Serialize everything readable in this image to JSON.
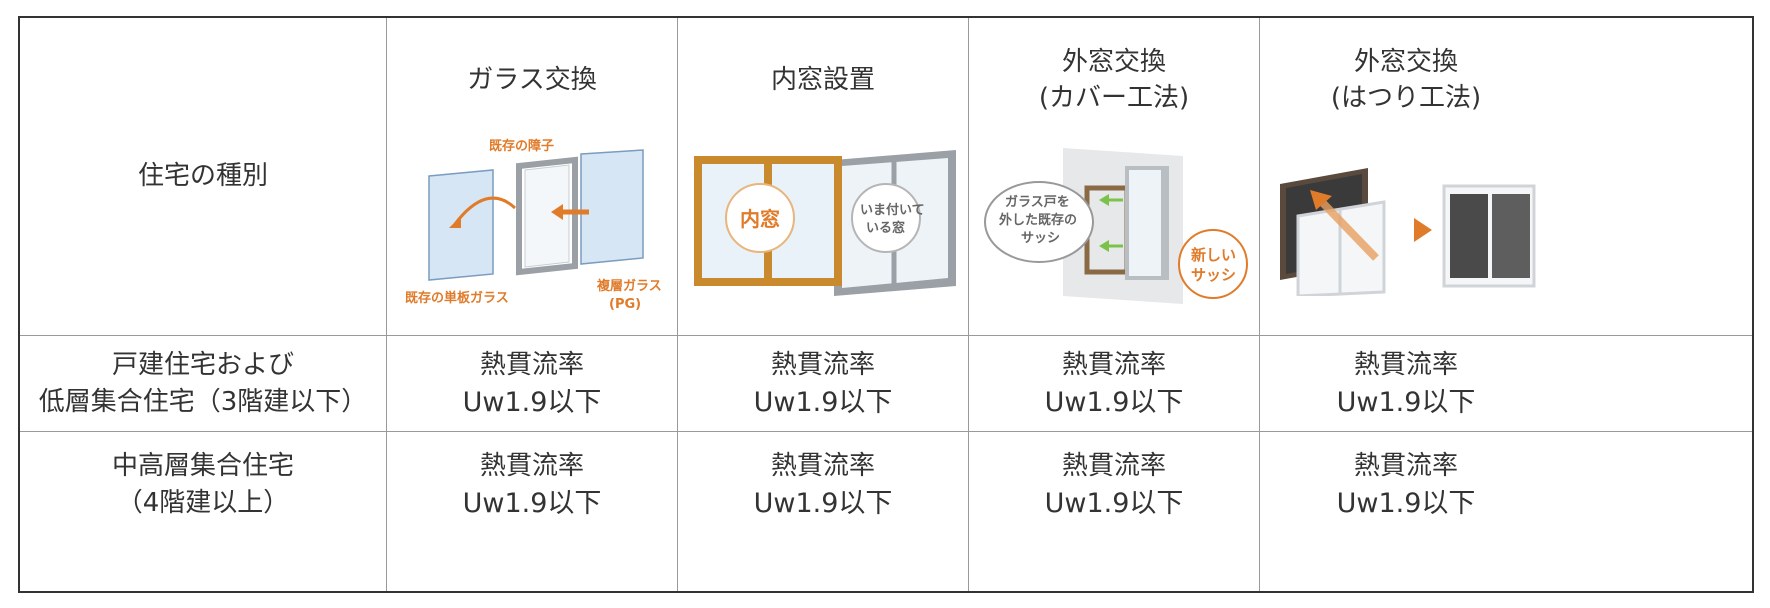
{
  "table": {
    "corner_label": "住宅の種別",
    "columns": [
      {
        "title_lines": [
          "ガラス交換"
        ],
        "illustration": {
          "icon": "glass-replacement-diagram",
          "labels": {
            "existing_sash": "既存の障子",
            "existing_glass": "既存の単板ガラス",
            "new_glass_1": "複層ガラス",
            "new_glass_2": "(PG)"
          }
        }
      },
      {
        "title_lines": [
          "内窓設置"
        ],
        "illustration": {
          "icon": "inner-window-diagram",
          "labels": {
            "inner": "内窓",
            "existing_1": "いま付いて",
            "existing_2": "いる窓"
          }
        }
      },
      {
        "title_lines": [
          "外窓交換",
          "(カバー工法)"
        ],
        "illustration": {
          "icon": "cover-method-diagram",
          "labels": {
            "bubble_1": "ガラス戸を",
            "bubble_2": "外した既存の",
            "bubble_3": "サッシ",
            "new_1": "新しい",
            "new_2": "サッシ"
          }
        }
      },
      {
        "title_lines": [
          "外窓交換",
          "(はつり工法)"
        ],
        "illustration": {
          "icon": "chipping-method-diagram",
          "labels": {}
        }
      }
    ],
    "rows": [
      {
        "label_lines": [
          "戸建住宅および",
          "低層集合住宅（3階建以下）"
        ],
        "cells": [
          {
            "line1": "熱貫流率",
            "line2": "Uw1.9以下"
          },
          {
            "line1": "熱貫流率",
            "line2": "Uw1.9以下"
          },
          {
            "line1": "熱貫流率",
            "line2": "Uw1.9以下"
          },
          {
            "line1": "熱貫流率",
            "line2": "Uw1.9以下"
          }
        ]
      },
      {
        "label_lines": [
          "中高層集合住宅",
          "（4階建以上）"
        ],
        "cells": [
          {
            "line1": "熱貫流率",
            "line2": "Uw1.9以下"
          },
          {
            "line1": "熱貫流率",
            "line2": "Uw1.9以下"
          },
          {
            "line1": "熱貫流率",
            "line2": "Uw1.9以下"
          },
          {
            "line1": "熱貫流率",
            "line2": "Uw1.9以下"
          }
        ]
      }
    ]
  },
  "colors": {
    "border": "#333333",
    "divider": "#9a9a9a",
    "text": "#333333",
    "accent_orange": "#e07b2a",
    "wood": "#c98a2e",
    "glass": "#d6e6f5"
  }
}
